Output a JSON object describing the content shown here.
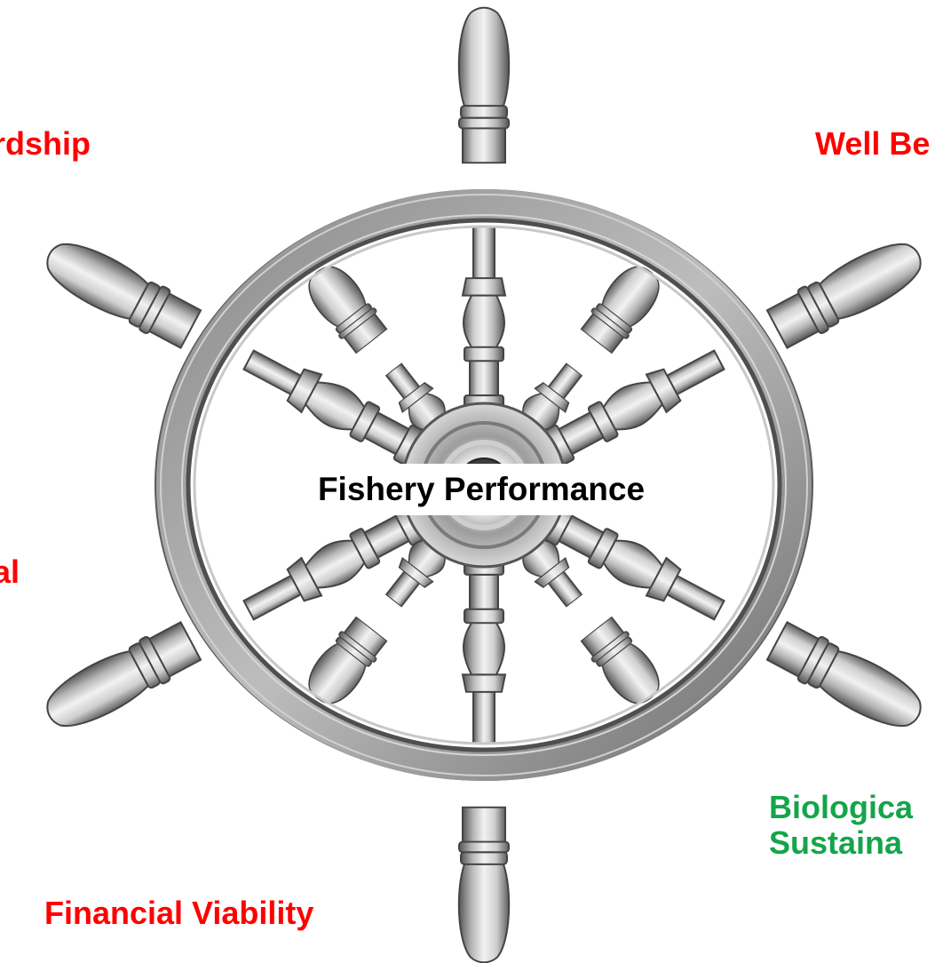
{
  "center_label": "Fishery Performance",
  "labels": {
    "top_left": "rdship",
    "top_right": "Well Be",
    "middle_left": "al",
    "bottom_left": "Financial Viability",
    "bottom_right_line1": "Biologica",
    "bottom_right_line2": "Sustaina"
  },
  "colors": {
    "red_labels": "#ff0000",
    "green_labels": "#14a54a",
    "wheel_metal": "#9a9a9a"
  },
  "image": {
    "subject": "ship-steering-wheel",
    "spokes": 8
  }
}
